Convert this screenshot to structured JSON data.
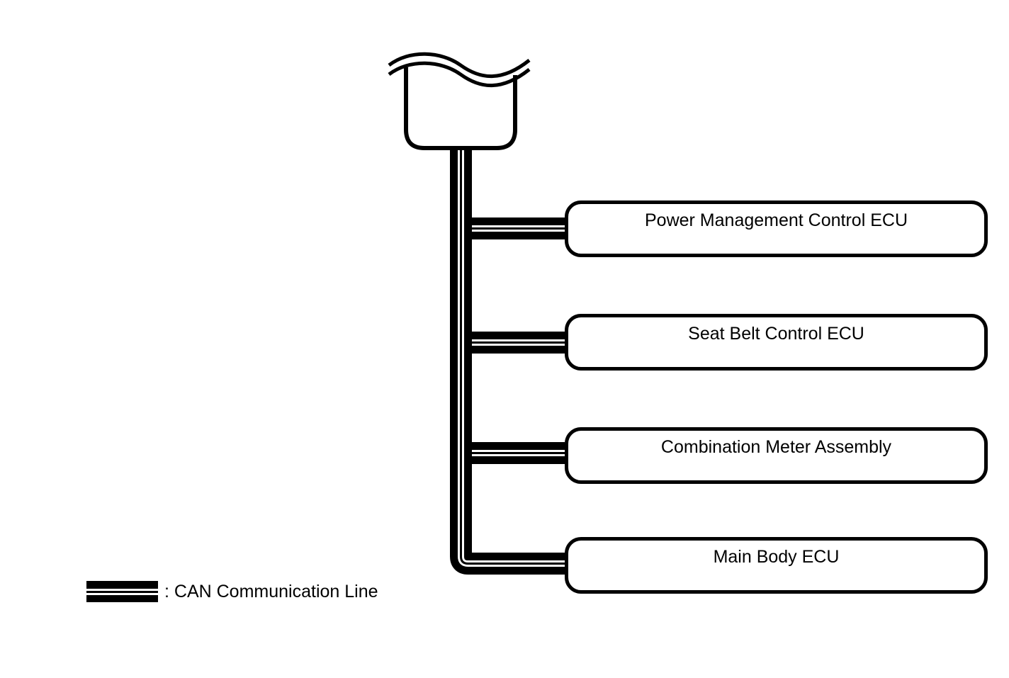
{
  "diagram": {
    "kind": "CAN bus topology diagram",
    "truncated_node": {
      "label": "",
      "note": "unlabeled node shown torn off at top edge"
    },
    "bus_nodes": [
      {
        "id": "power-management-control-ecu",
        "label": "Power Management Control ECU"
      },
      {
        "id": "seat-belt-control-ecu",
        "label": "Seat Belt Control ECU"
      },
      {
        "id": "combination-meter-assembly",
        "label": "Combination Meter Assembly"
      },
      {
        "id": "main-body-ecu",
        "label": "Main Body ECU"
      }
    ],
    "legend": {
      "label": ": CAN Communication Line",
      "swatch": "thick black line with two thin white stripes"
    },
    "colors": {
      "line": "#000000",
      "background": "#ffffff",
      "text": "#000000"
    }
  }
}
